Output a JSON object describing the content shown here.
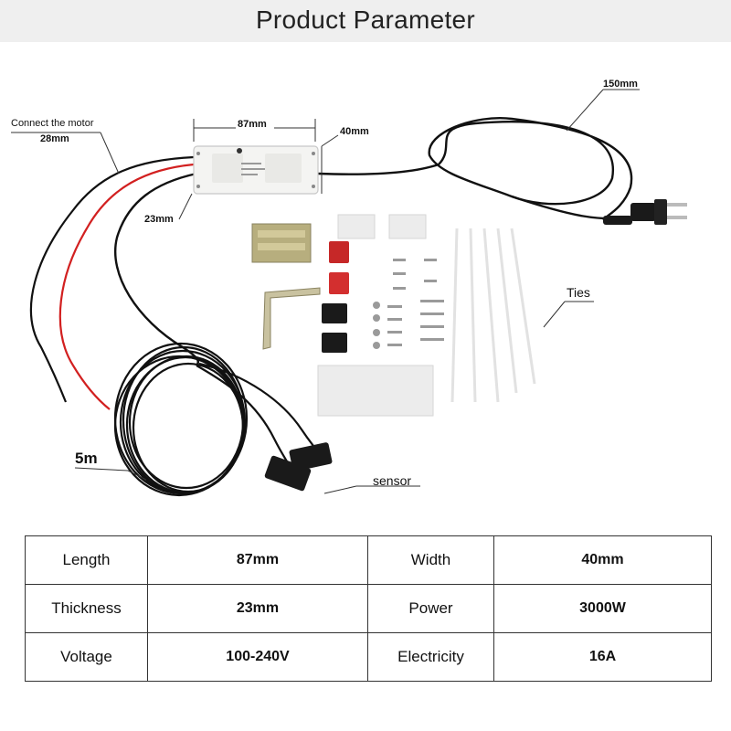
{
  "title": "Product Parameter",
  "labels": {
    "connect_motor": "Connect the motor",
    "dim_28": "28mm",
    "dim_87": "87mm",
    "dim_40": "40mm",
    "dim_23": "23mm",
    "dim_150": "150mm",
    "ties": "Ties",
    "cable_5m": "5m",
    "sensor": "sensor"
  },
  "params": [
    [
      {
        "name": "Length",
        "value": "87mm"
      },
      {
        "name": "Width",
        "value": "40mm"
      }
    ],
    [
      {
        "name": "Thickness",
        "value": "23mm"
      },
      {
        "name": "Power",
        "value": "3000W"
      }
    ],
    [
      {
        "name": "Voltage",
        "value": "100-240V"
      },
      {
        "name": "Electricity",
        "value": "16A"
      }
    ]
  ],
  "colors": {
    "header_bg": "#efefef",
    "cable": "#111111",
    "red_wire": "#d22020",
    "module_body": "#f4f4f2"
  }
}
